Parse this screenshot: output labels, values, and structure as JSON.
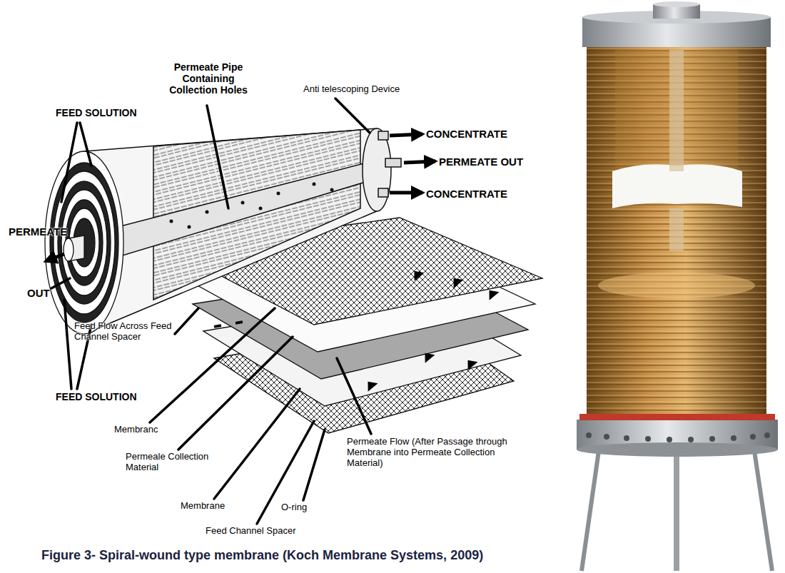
{
  "diagram": {
    "caption": "Figure 3- Spiral-wound type membrane (Koch Membrane Systems, 2009)",
    "labels": [
      "FEED SOLUTION",
      "Permeate Pipe Containing Collection Holes",
      "Anti telescoping Device",
      "CONCENTRATE",
      "PERMEATE OUT",
      "CONCENTRATE",
      "PERMEATE",
      "OUT",
      "Feed Flow Across Feed Channel Spacer",
      "FEED SOLUTION",
      "Membranc",
      "Permeale Collection Material",
      "Permeate Flow (After Passage through Membrane into Permeate Collection Material)",
      "Membrane",
      "O-ring",
      "Feed Channel Spacer"
    ]
  }
}
